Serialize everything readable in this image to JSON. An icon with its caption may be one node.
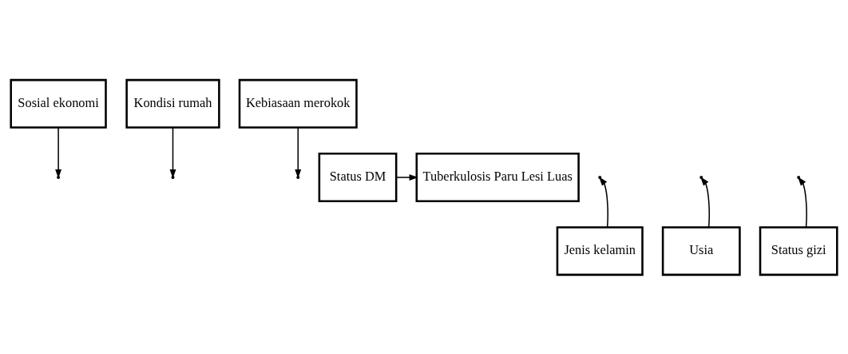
{
  "diagram": {
    "nodes": [
      {
        "text": [
          "Sosial ekonomi"
        ]
      },
      {
        "text": [
          "Kondisi rumah"
        ]
      },
      {
        "text": [
          "Kebiasaan merokok"
        ]
      },
      {
        "text": [
          "Status DM"
        ]
      },
      {
        "text": [
          "Tuberkulosis Paru Lesi Luas"
        ]
      },
      {
        "text": [
          "Jenis kelamin"
        ]
      },
      {
        "text": [
          "Usia"
        ]
      },
      {
        "text": [
          "Status gizi"
        ]
      }
    ],
    "edges": [
      {
        "from": 3,
        "to": 4,
        "arrow": "to"
      },
      {
        "from": 0,
        "to": null,
        "arrow": "to"
      },
      {
        "from": 1,
        "to": null,
        "arrow": "to"
      },
      {
        "from": 2,
        "to": null,
        "arrow": "to"
      },
      {
        "from": 5,
        "to": null,
        "arrow": "to"
      },
      {
        "from": 6,
        "to": null,
        "arrow": "to"
      },
      {
        "from": 7,
        "to": null,
        "arrow": "to"
      }
    ]
  }
}
